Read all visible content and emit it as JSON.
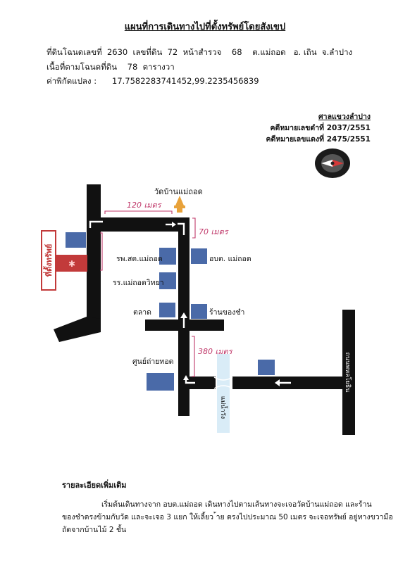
{
  "header": {
    "title": "แผนที่การเดินทางไปที่ตั้งทรัพย์โดยสังเขป",
    "line1": "ที่ดินโฉนดเลขที่  2630  เลขที่ดิน  72  หน้าสำรวจ    68    ต.แม่ถอด   อ. เถิน  จ.ลำปาง",
    "line2": "เนื้อที่ตามโฉนดที่ดิน    78  ตารางวา",
    "line3": "ค่าพิกัดแปลง :      17.7582283741452,99.2235456839"
  },
  "court": {
    "name": "ศาลแขวงลำปาง",
    "black_case": "คดีหมายเลขดำที่  2037/2551",
    "red_case": "คดีหมายเลขแดงที่  2475/2551"
  },
  "map": {
    "temple": "วัดบ้านแม่ถอด",
    "property": "ที่ตั้งทรัพย์",
    "hospital": "รพ.สต.แม่ถอด",
    "sao": "อบต. แม่ถอด",
    "school": "รร.แม่ถอดวิทยา",
    "market": "ตลาด",
    "shop": "ร้านของชำ",
    "photo_shop": "ศูนย์ถ่ายทอด",
    "river": "แม่น้ำวัง",
    "highway": "ถนนพหลโยธิน",
    "dist_top": "120 เมตร",
    "dist_right": "70 เมตร",
    "dist_mid": "380 เมตร"
  },
  "colors": {
    "road": "#111111",
    "building": "#4a6aa8",
    "property": "#c23a3a",
    "river": "#d9ecf7",
    "annotation": "#c0396a",
    "temple": "#e8a23a"
  },
  "details": {
    "title": "รายละเอียดเพิ่มเติม",
    "body": "เริ่มต้นเดินทางจาก อบต.แม่ถอด  เดินทางไปตามเส้นทางจะเจอวัดบ้านแม่ถอด และร้านของชำตรงข้ามกับวัด และจะเจอ 3 แยก ให้เลี้ยว ้าย ตรงไปประมาณ 50 เมตร จะเจอทรัพย์ อยู่ทางขวามือ ถัดจากบ้านไม้ 2 ชั้น"
  }
}
